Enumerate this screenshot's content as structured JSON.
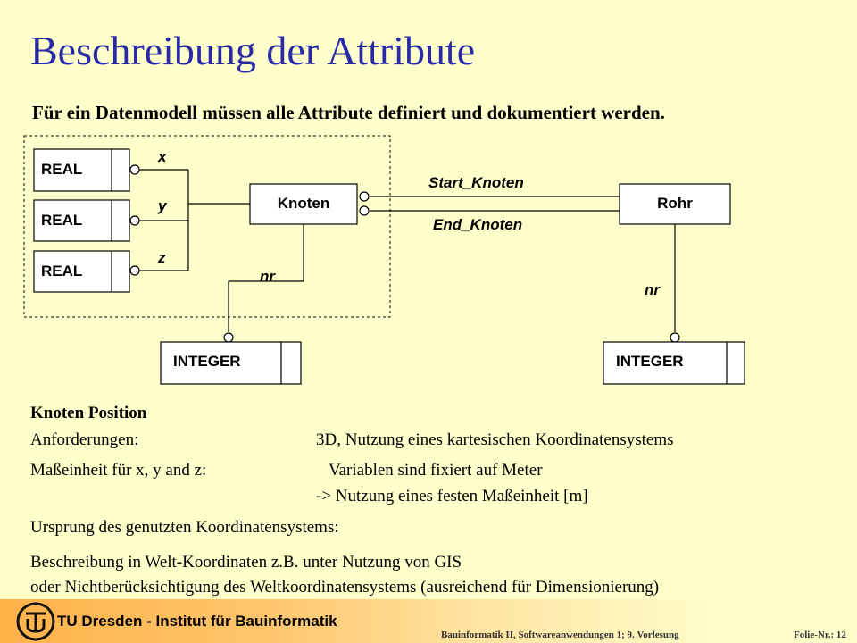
{
  "slide": {
    "title": "Beschreibung der Attribute",
    "subtitle": "Für ein Datenmodell müssen alle Attribute definiert und dokumentiert werden."
  },
  "diagram": {
    "real_labels": [
      "REAL",
      "REAL",
      "REAL"
    ],
    "coord_labels": [
      "x",
      "y",
      "z"
    ],
    "knoten_label": "Knoten",
    "rohr_label": "Rohr",
    "start_label": "Start_Knoten",
    "end_label": "End_Knoten",
    "nr_left": "nr",
    "nr_right": "nr",
    "integer_left": "INTEGER",
    "integer_right": "INTEGER"
  },
  "text": {
    "heading": "Knoten Position",
    "req_label": "Anforderungen:",
    "req_value": "3D, Nutzung eines kartesischen Koordinatensystems",
    "unit_label": "Maßeinheit für x, y and z:",
    "unit_value1": "Variablen sind fixiert auf Meter",
    "unit_value2": "-> Nutzung eines festen Maßeinheit [m]",
    "origin": "Ursprung des genutzten Koordinatensystems:",
    "desc1": "Beschreibung in Welt-Koordinaten z.B. unter Nutzung von GIS",
    "desc2": "oder Nichtberücksichtigung des Weltkoordinatensystems (ausreichend für Dimensionierung)"
  },
  "footer": {
    "institute": "TU Dresden - Institut für Bauinformatik",
    "course": "Bauinformatik II, Softwareanwendungen 1;   9. Vorlesung",
    "slide_number": "Folie-Nr.: 12"
  }
}
